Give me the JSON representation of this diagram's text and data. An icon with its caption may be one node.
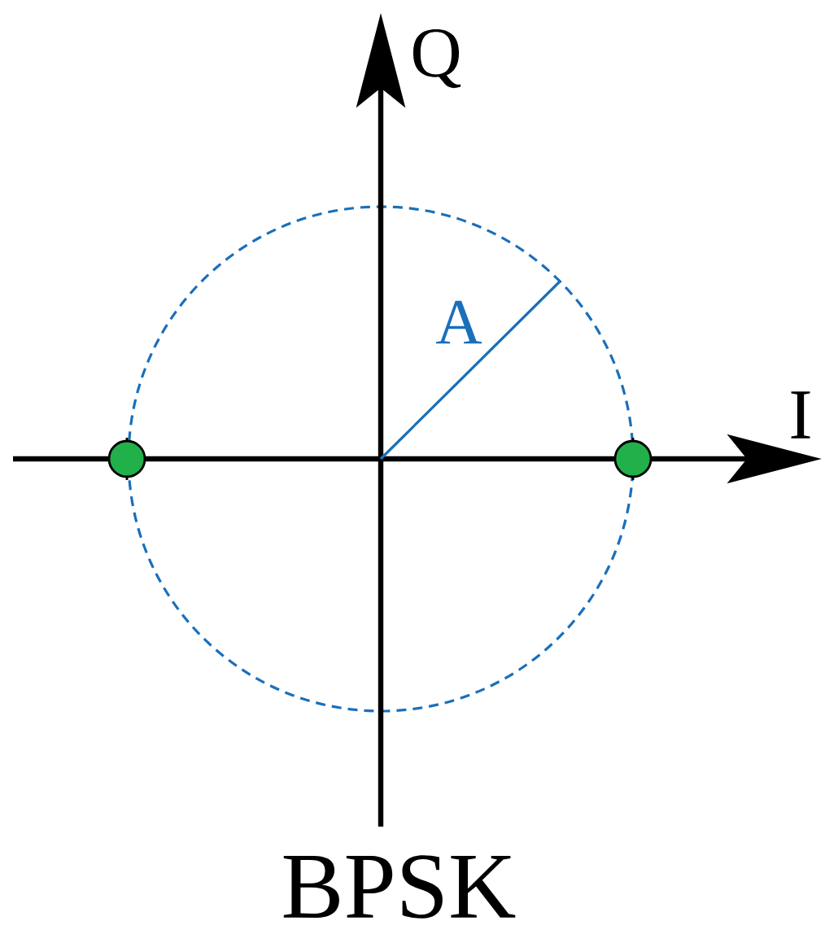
{
  "diagram": {
    "labels": [
      "Q",
      "A",
      "I",
      "BPSK"
    ]
  }
}
